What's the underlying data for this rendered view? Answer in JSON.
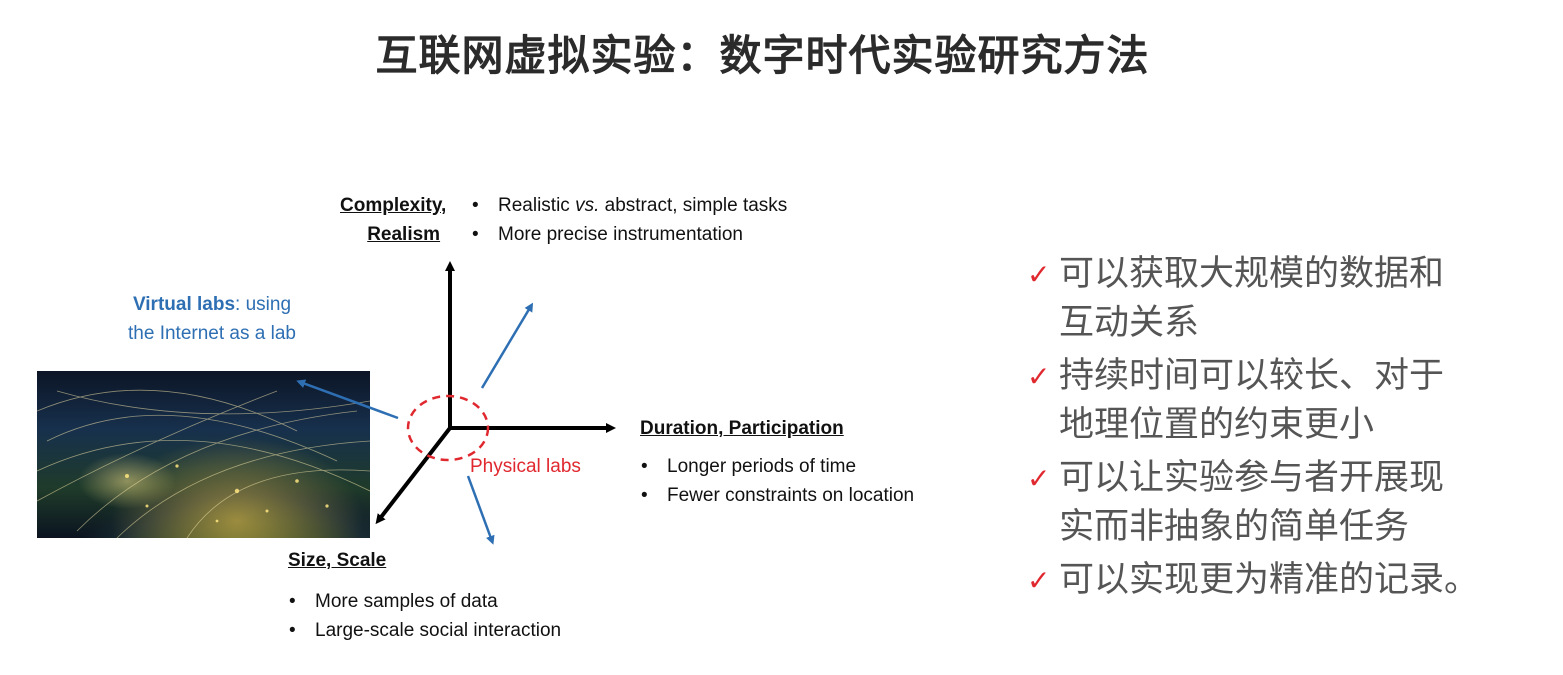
{
  "title": "互联网虚拟实验：数字时代实验研究方法",
  "diagram": {
    "complexity": {
      "heading_line1": "Complexity,",
      "heading_line2": "Realism",
      "bullets": [
        "Realistic vs. abstract, simple tasks",
        "More precise instrumentation"
      ]
    },
    "duration": {
      "heading": "Duration, Participation",
      "bullets": [
        "Longer periods of time",
        "Fewer constraints on location"
      ]
    },
    "size": {
      "heading": "Size, Scale",
      "bullets": [
        "More samples of data",
        "Large-scale social interaction"
      ]
    },
    "virtual_labs": {
      "bold": "Virtual labs",
      "rest_line1": ": using",
      "line2": "the Internet as a lab"
    },
    "physical_labs": "Physical labs",
    "colors": {
      "axis": "#000000",
      "arrow_blue": "#2e6fb3",
      "circle_red": "#e0282f"
    }
  },
  "checklist": {
    "check_icon": "✓",
    "items": [
      [
        "可以获取大规模的数据和",
        "互动关系"
      ],
      [
        "持续时间可以较长、对于",
        "地理位置的约束更小"
      ],
      [
        "可以让实验参与者开展现",
        "实而非抽象的简单任务"
      ],
      [
        "可以实现更为精准的记录。"
      ]
    ]
  }
}
